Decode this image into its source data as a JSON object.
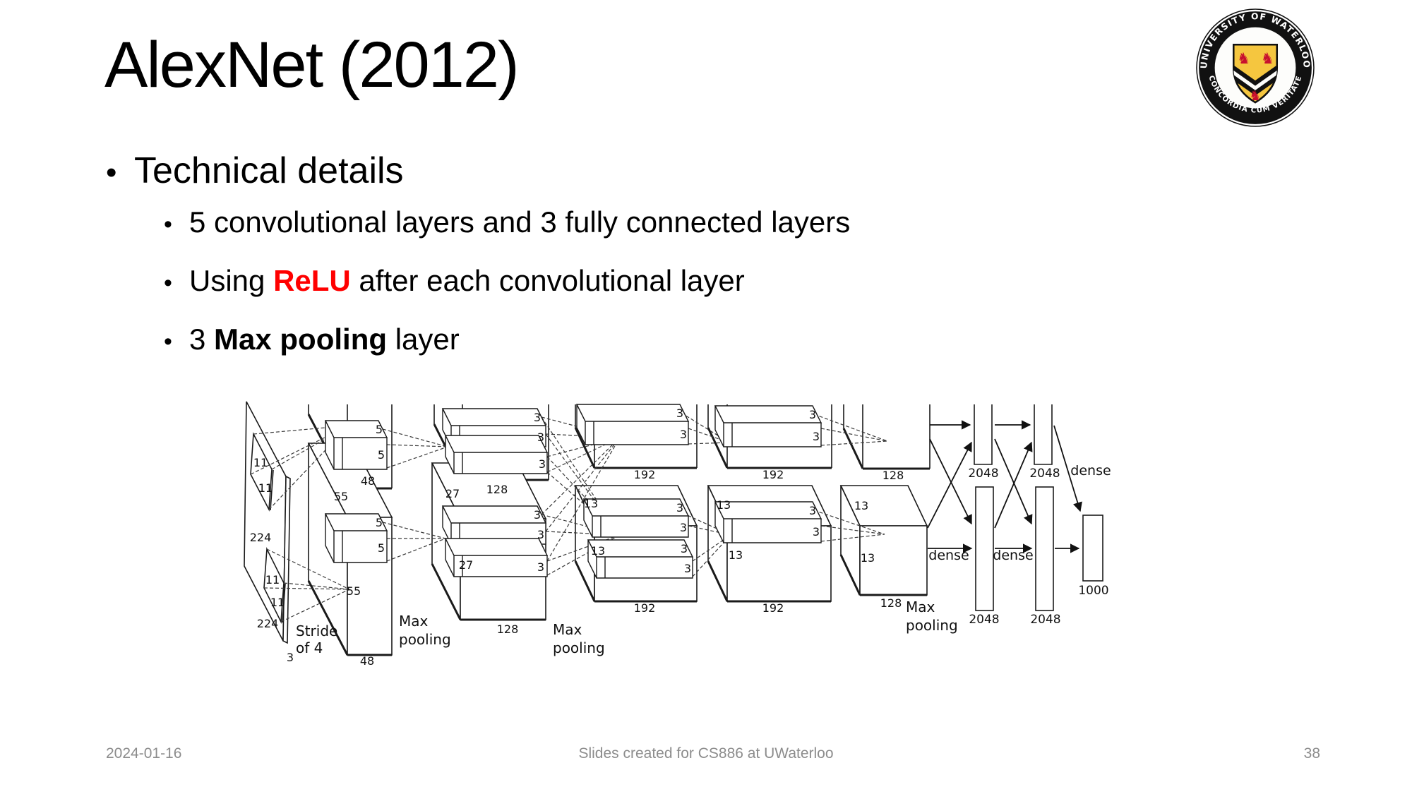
{
  "slide": {
    "title": "AlexNet (2012)",
    "bullet_char": "•",
    "bullets": {
      "level1": "Technical details",
      "items": [
        {
          "pre": "5 convolutional layers and 3 fully connected layers",
          "highlight": "",
          "post": ""
        },
        {
          "pre": "Using ",
          "highlight": "ReLU",
          "post": " after each convolutional layer"
        },
        {
          "pre": "3 ",
          "highlight": "Max pooling",
          "post": " layer"
        }
      ]
    },
    "footer": {
      "date": "2024-01-16",
      "center": "Slides created for CS886 at UWaterloo",
      "page": "38"
    },
    "colors": {
      "highlight_red": "#ff0000",
      "footer_gray": "#8c8c8c",
      "logo_gold": "#f5c63f",
      "logo_red": "#c8102e",
      "line_dark": "#1a1a1a"
    }
  },
  "logo": {
    "top_text": "UNIVERSITY OF WATERLOO",
    "bottom_text": "CONCORDIA CUM VERITATE"
  },
  "diagram": {
    "n224": "224",
    "n11": "11",
    "n3": "3",
    "stride1": "Stride",
    "stride2": "of 4",
    "n5": "5",
    "n48": "48",
    "n55": "55",
    "max1": "Max",
    "max2": "pooling",
    "n27": "27",
    "n128": "128",
    "n192": "192",
    "n13": "13",
    "n2048": "2048",
    "dense": "dense",
    "n1000": "1000"
  }
}
